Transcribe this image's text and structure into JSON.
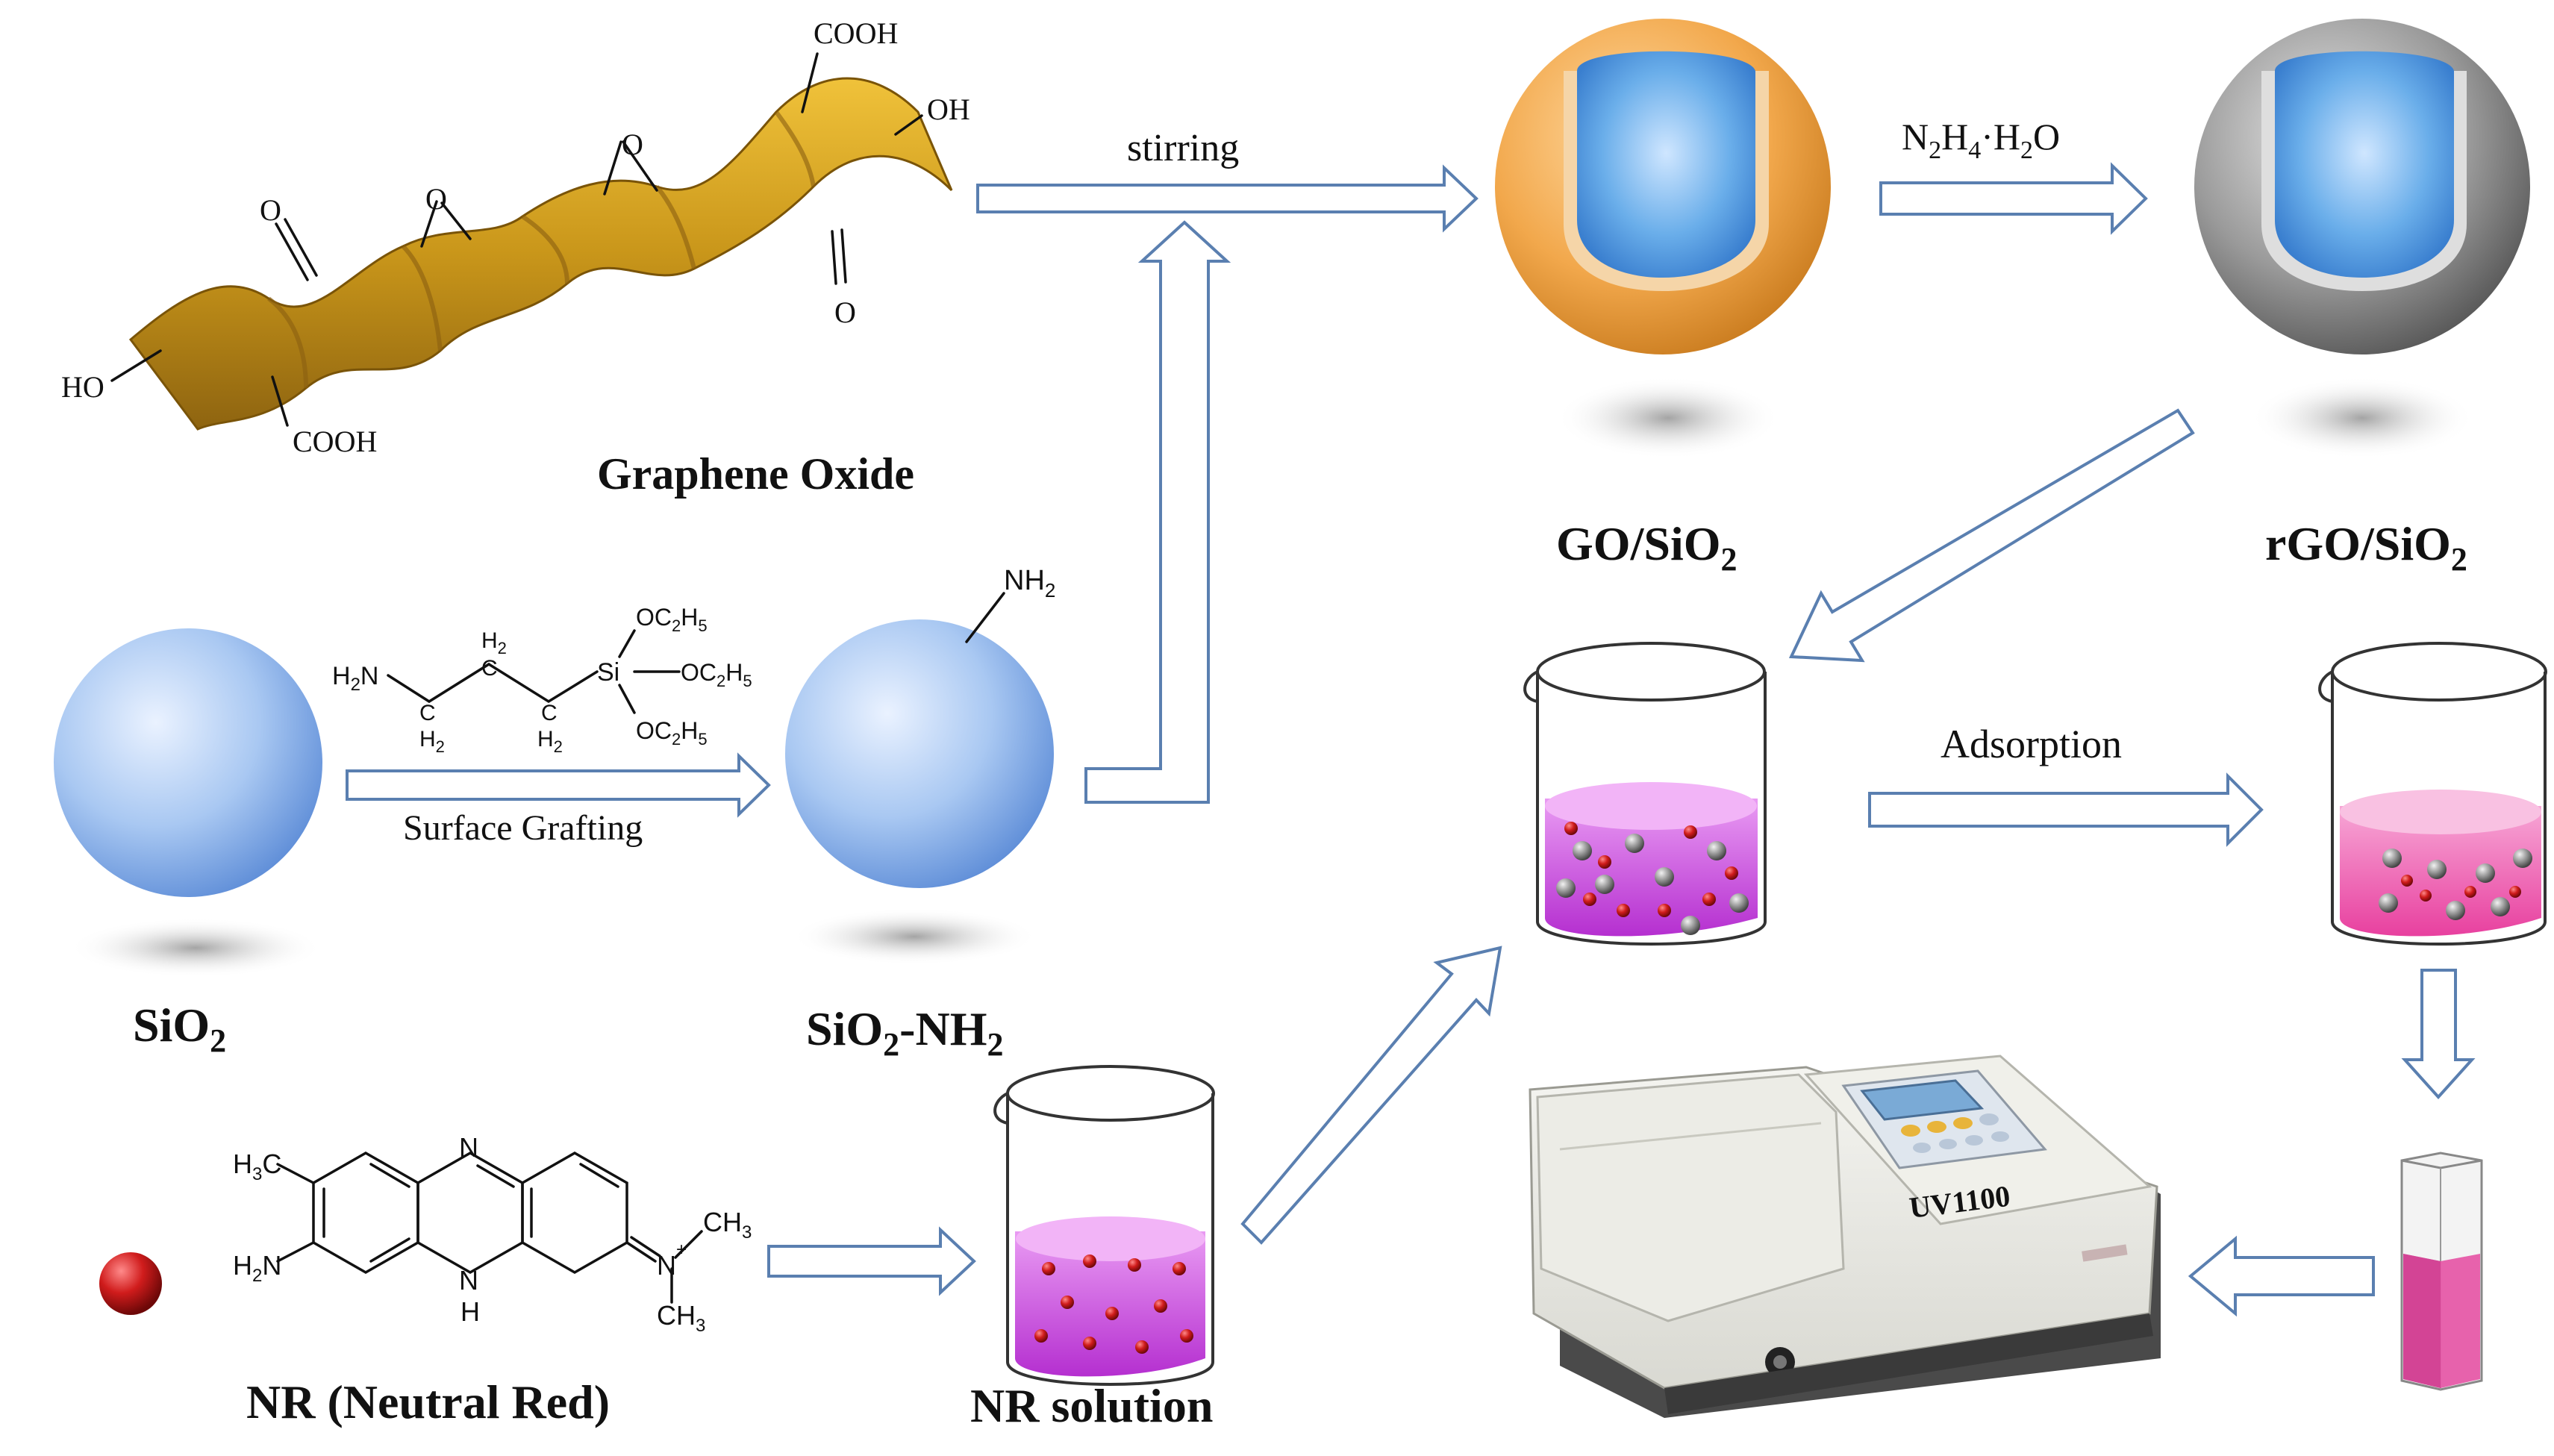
{
  "labels": {
    "graphene_oxide": "Graphene Oxide",
    "sio2": "SiO",
    "sio2_nh2_a": "SiO",
    "sio2_nh2_b": "-NH",
    "go_sio2_a": "GO/SiO",
    "rgo_sio2_a": "rGO/SiO",
    "nr_neutral_red": "NR (Neutral Red)",
    "nr_solution": "NR solution",
    "sub2": "2"
  },
  "steps": {
    "stirring": "stirring",
    "surface_grafting": "Surface Grafting",
    "adsorption": "Adsorption",
    "reducer_a": "N",
    "reducer_b": "H",
    "reducer_c": "·H",
    "reducer_d": "O",
    "reducer_sub2": "2",
    "reducer_sub4": "4"
  },
  "groups": {
    "cooh_top": "COOH",
    "oh_right": "OH",
    "o1": "O",
    "o2": "O",
    "o3": "O",
    "o4": "O",
    "ho_left": "HO",
    "cooh_bottom": "COOH",
    "nh2_surface": "NH"
  },
  "aptes": {
    "h2n": "H",
    "h2n_n": "N",
    "c": "C",
    "h": "H",
    "si": "Si",
    "oc2h5": "OC",
    "h5": "H",
    "sub2": "2",
    "sub5": "5"
  },
  "neutral_red": {
    "h3c": "H",
    "c": "C",
    "n": "N",
    "h": "H",
    "ch3": "CH",
    "plus": "+",
    "sub3": "3",
    "sub2": "2"
  },
  "instrument": {
    "model": "UV1100"
  },
  "colors": {
    "arrow_outline": "#5a7fb0",
    "sio2_sphere": "#8fb3e8",
    "go_shell": "#f0a84a",
    "rgo_shell": "#8a8a8a",
    "core": "#5fa6e6",
    "graphene_sheet": "#d6a21e",
    "solution_purple": "#c13fd6",
    "solution_pink": "#ea4aa6",
    "dye_red": "#c0121a"
  }
}
